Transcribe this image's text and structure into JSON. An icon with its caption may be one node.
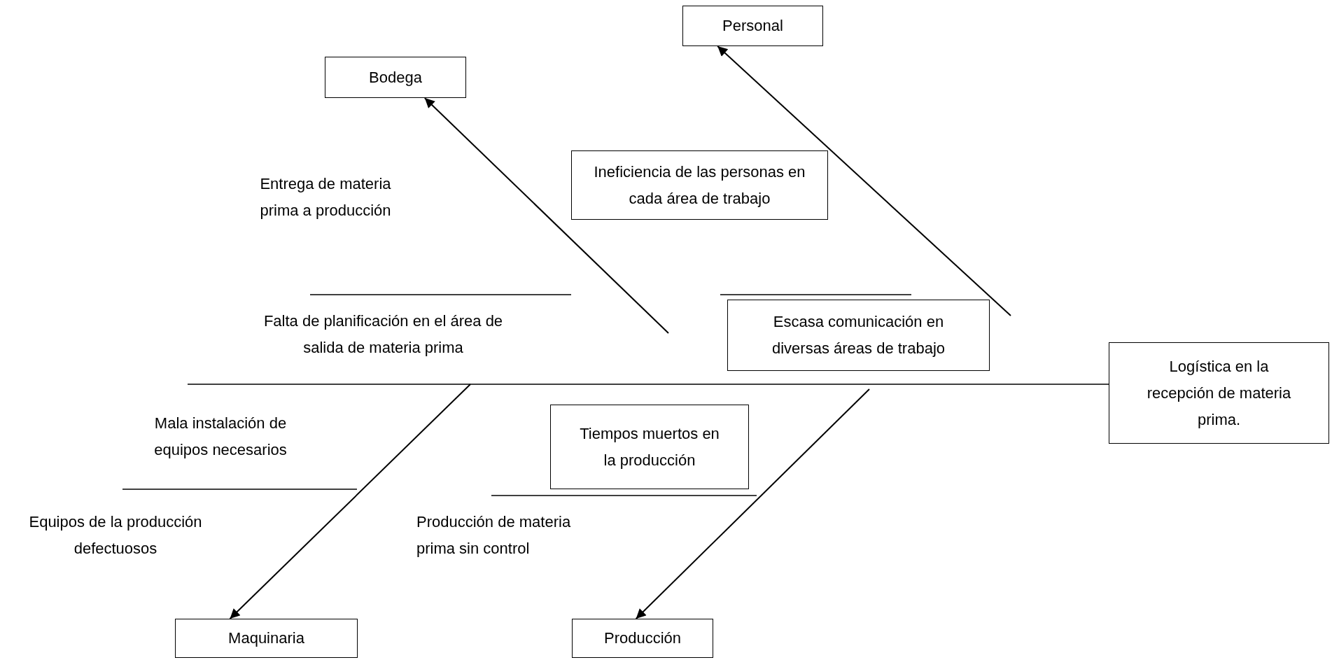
{
  "diagram": {
    "nodes": [
      {
        "text": [
          "Personal"
        ]
      },
      {
        "text": [
          "Bodega"
        ]
      },
      {
        "text": [
          "Ineficiencia de las personas en cada área de trabajo"
        ]
      },
      {
        "text": [
          "Escasa comunicación en diversas áreas de trabajo"
        ]
      },
      {
        "text": [
          "Logística en la recepción de materia prima."
        ]
      },
      {
        "text": [
          "Tiempos muertos en la producción"
        ]
      },
      {
        "text": [
          "Maquinaria"
        ]
      },
      {
        "text": [
          "Producción"
        ]
      }
    ],
    "edges": [
      {
        "from": null,
        "to": 1,
        "arrow": "to"
      },
      {
        "from": null,
        "to": 0,
        "arrow": "to"
      },
      {
        "from": null,
        "to": 6,
        "arrow": "to"
      },
      {
        "from": null,
        "to": 7,
        "arrow": "to"
      }
    ],
    "labels": [
      "Entrega de materia prima a producción",
      "Falta de planificación en el área de salida de materia prima",
      "Mala instalación de equipos necesarios",
      "Equipos de la producción defectuosos",
      "Producción de materia prima sin control"
    ]
  }
}
